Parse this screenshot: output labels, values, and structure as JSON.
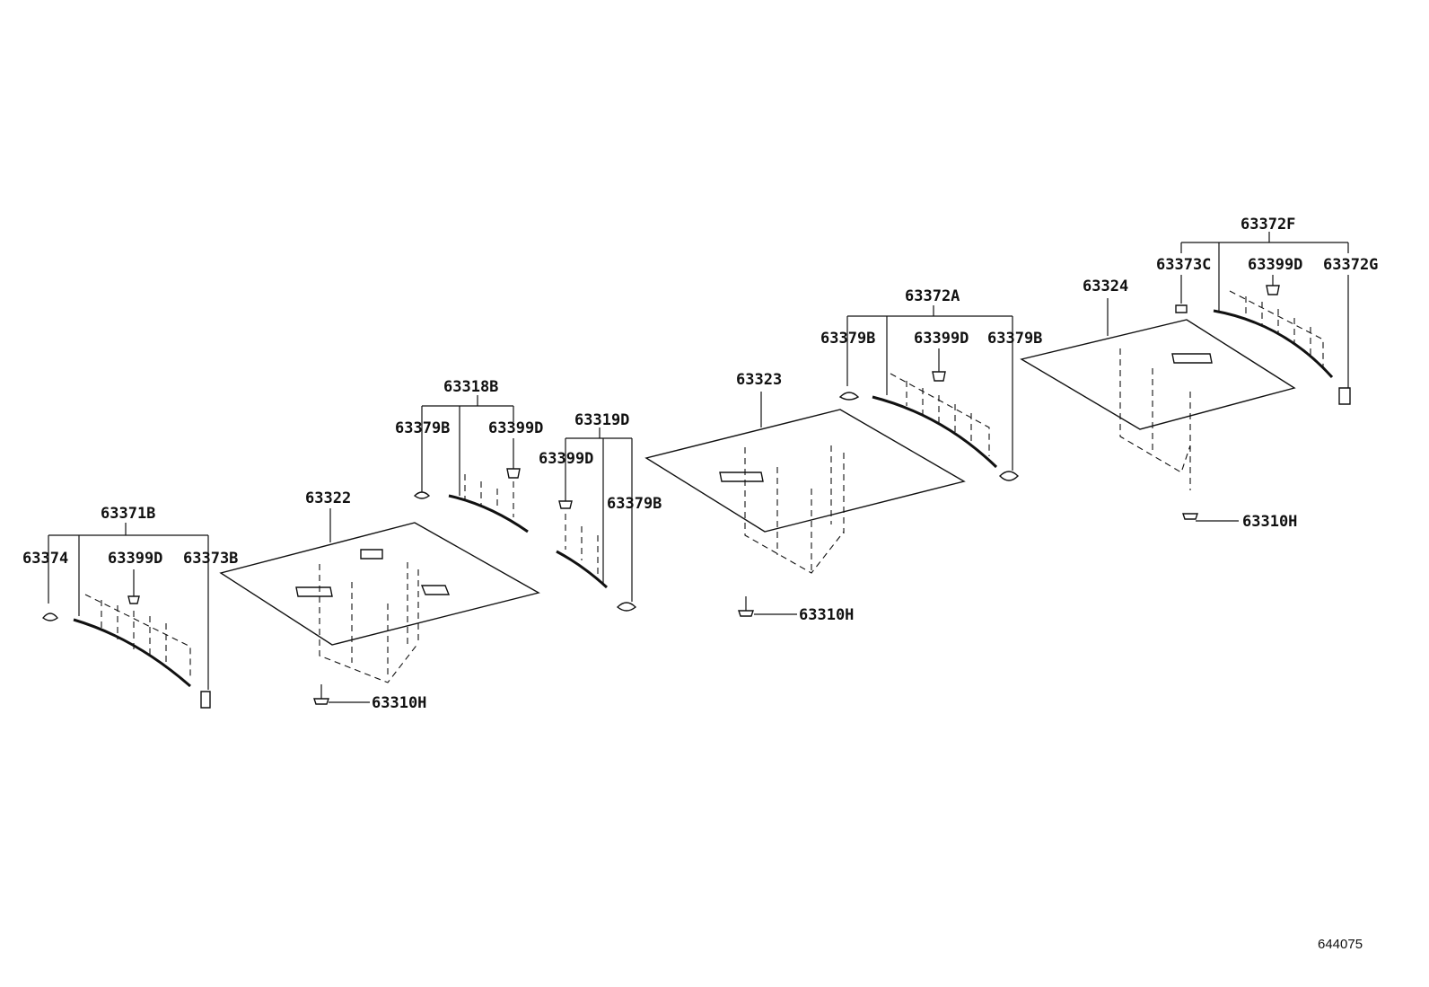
{
  "figure_id": "644075",
  "groups": {
    "g63371B": {
      "label": "63371B",
      "items": {
        "a": "63374",
        "b": "63399D",
        "c": "63373B"
      }
    },
    "g63318B": {
      "label": "63318B",
      "items": {
        "a": "63379B",
        "b": "63399D"
      }
    },
    "g63319D": {
      "label": "63319D",
      "items": {
        "a": "63399D",
        "b": "63379B"
      }
    },
    "g63372A": {
      "label": "63372A",
      "items": {
        "a": "63379B",
        "b": "63399D",
        "c": "63379B"
      }
    },
    "g63372F": {
      "label": "63372F",
      "items": {
        "a": "63373C",
        "b": "63399D",
        "c": "63372G"
      }
    }
  },
  "panels": {
    "p1": "63322",
    "p2": "63323",
    "p3": "63324"
  },
  "bolts": {
    "b1": "63310H",
    "b2": "63310H",
    "b3": "63310H"
  }
}
